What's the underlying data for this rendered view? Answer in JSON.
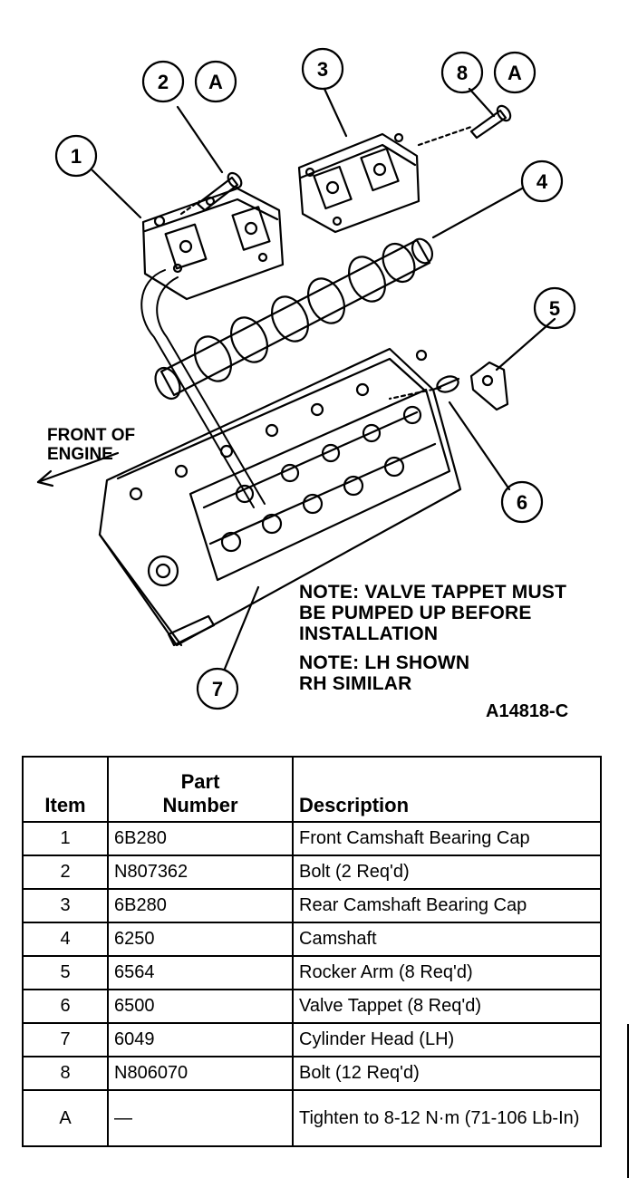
{
  "diagram": {
    "callouts": [
      {
        "id": "callout-1",
        "text": "1"
      },
      {
        "id": "callout-2",
        "text": "2"
      },
      {
        "id": "callout-a-left",
        "text": "A"
      },
      {
        "id": "callout-3",
        "text": "3"
      },
      {
        "id": "callout-8",
        "text": "8"
      },
      {
        "id": "callout-a-right",
        "text": "A"
      },
      {
        "id": "callout-4",
        "text": "4"
      },
      {
        "id": "callout-5",
        "text": "5"
      },
      {
        "id": "callout-6",
        "text": "6"
      },
      {
        "id": "callout-7",
        "text": "7"
      }
    ],
    "front_label": "FRONT OF\nENGINE",
    "note_1": "NOTE: VALVE TAPPET MUST\nBE PUMPED UP BEFORE\nINSTALLATION",
    "note_2": "NOTE: LH SHOWN\nRH SIMILAR",
    "figure_id": "A14818-C"
  },
  "table": {
    "headers": {
      "item": "Item",
      "part_number": "Part\nNumber",
      "description": "Description"
    },
    "rows": [
      {
        "item": "1",
        "part": "6B280",
        "desc": "Front Camshaft Bearing Cap"
      },
      {
        "item": "2",
        "part": "N807362",
        "desc": "Bolt (2 Req'd)"
      },
      {
        "item": "3",
        "part": "6B280",
        "desc": "Rear Camshaft Bearing Cap"
      },
      {
        "item": "4",
        "part": "6250",
        "desc": "Camshaft"
      },
      {
        "item": "5",
        "part": "6564",
        "desc": "Rocker Arm (8 Req'd)"
      },
      {
        "item": "6",
        "part": "6500",
        "desc": "Valve Tappet (8 Req'd)"
      },
      {
        "item": "7",
        "part": "6049",
        "desc": "Cylinder Head (LH)"
      },
      {
        "item": "8",
        "part": "N806070",
        "desc": "Bolt (12 Req'd)"
      },
      {
        "item": "A",
        "part": "—",
        "desc": "Tighten to 8-12 N·m (71-106 Lb-In)"
      }
    ]
  }
}
